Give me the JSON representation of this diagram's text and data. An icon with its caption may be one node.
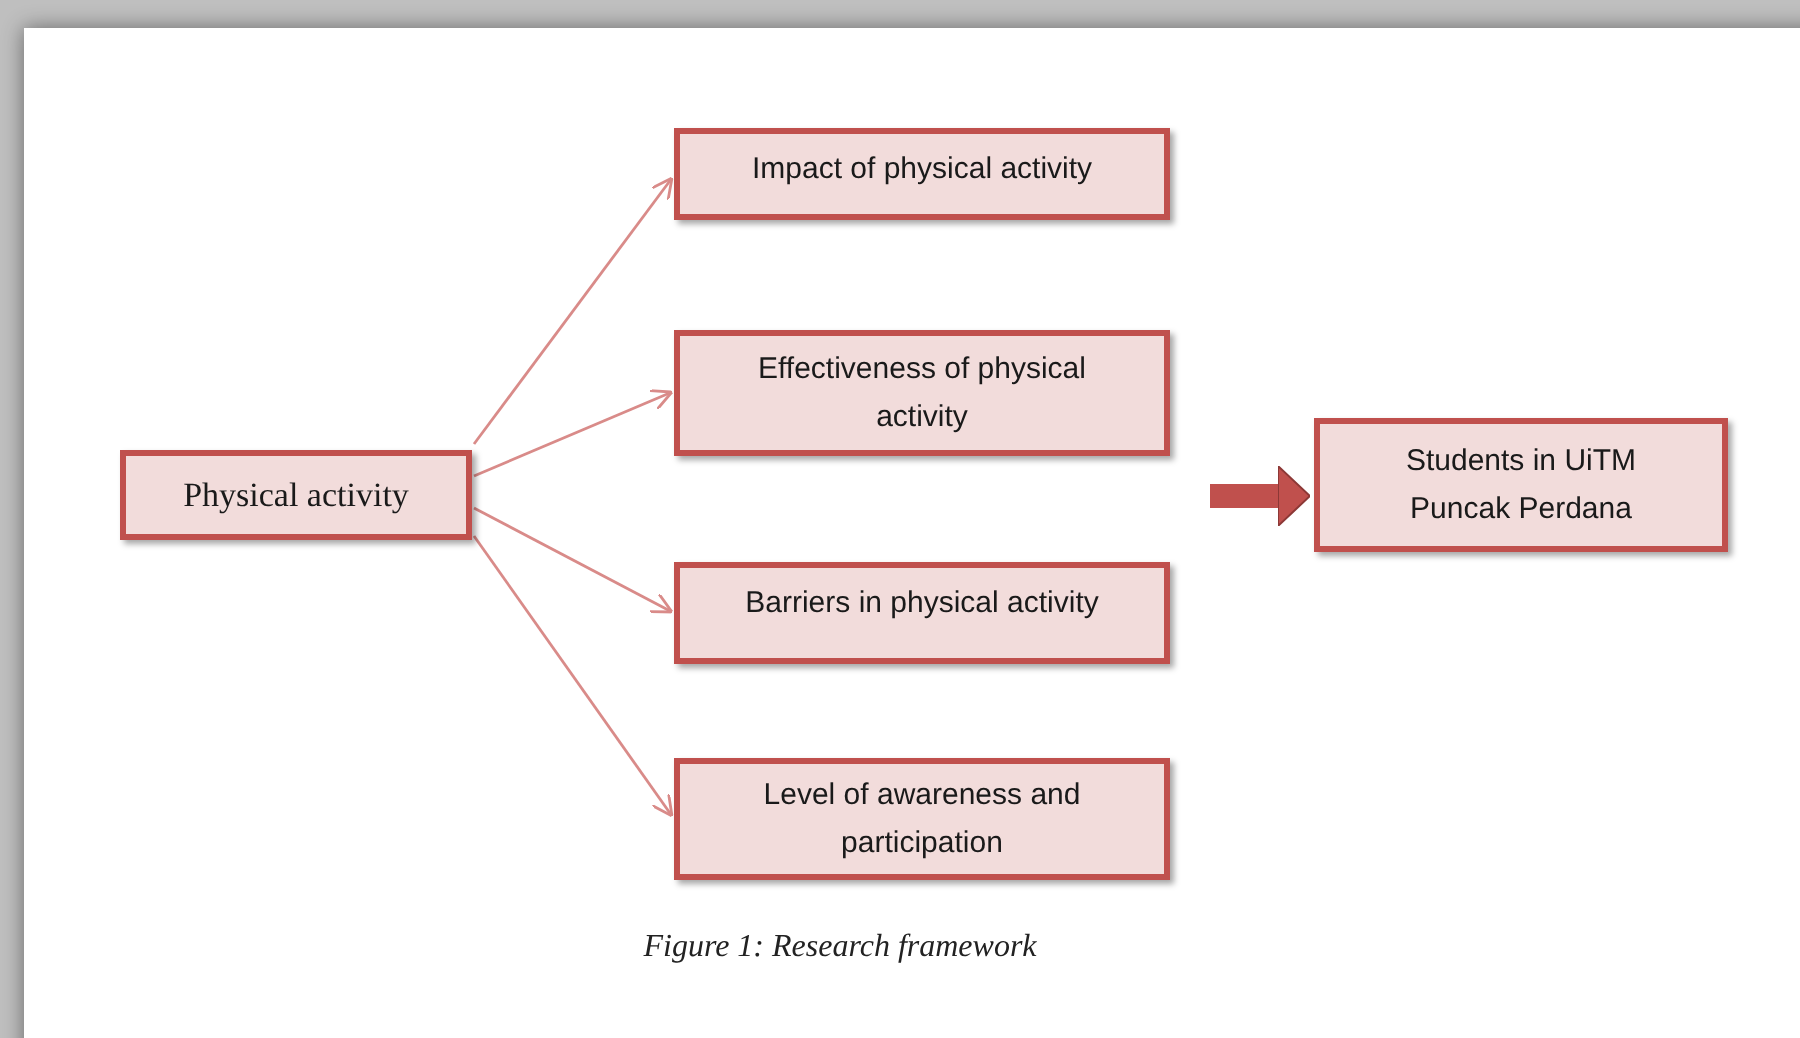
{
  "diagram": {
    "caption": "Figure 1: Research framework",
    "nodes": [
      {
        "text": [
          "Physical activity"
        ]
      },
      {
        "text": [
          "Impact of physical activity"
        ]
      },
      {
        "text": [
          "Effectiveness of physical activity"
        ]
      },
      {
        "text": [
          "Barriers in physical activity"
        ]
      },
      {
        "text": [
          "Level of awareness and participation"
        ]
      },
      {
        "text": [
          "Students in UiTM Puncak Perdana"
        ]
      }
    ],
    "edges": [
      {
        "from": 0,
        "to": 1,
        "arrow": "to"
      },
      {
        "from": 0,
        "to": 2,
        "arrow": "to"
      },
      {
        "from": 0,
        "to": 3,
        "arrow": "to"
      },
      {
        "from": 0,
        "to": 4,
        "arrow": "to"
      },
      {
        "from": null,
        "to": 5,
        "arrow": "to",
        "style": "thick",
        "color": "#c0504d"
      }
    ]
  }
}
